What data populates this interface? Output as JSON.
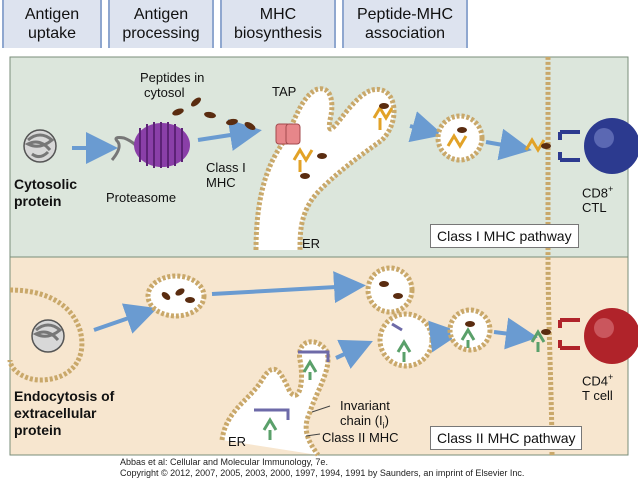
{
  "header": {
    "stages": [
      {
        "line1": "Antigen",
        "line2": "uptake"
      },
      {
        "line1": "Antigen",
        "line2": "processing"
      },
      {
        "line1": "MHC",
        "line2": "biosynthesis"
      },
      {
        "line1": "Peptide-MHC",
        "line2": "association"
      }
    ]
  },
  "class1": {
    "peptides_line1": "Peptides in",
    "peptides_line2": "cytosol",
    "tap": "TAP",
    "class1_line1": "Class I",
    "class1_line2": "MHC",
    "cytosolic_line1": "Cytosolic",
    "cytosolic_line2": "protein",
    "proteasome": "Proteasome",
    "er": "ER",
    "cd8_main": "CD8",
    "cd8_sup": "+",
    "ctl": "CTL",
    "pathway": "Class I MHC pathway"
  },
  "class2": {
    "endo_line1": "Endocytosis of",
    "endo_line2": "extracellular",
    "endo_line3": "protein",
    "invariant_line1": "Invariant",
    "invariant_line2_pre": "chain (I",
    "invariant_line2_sub": "i",
    "invariant_line2_post": ")",
    "class2_mhc": "Class II MHC",
    "er": "ER",
    "cd4_main": "CD4",
    "cd4_sup": "+",
    "tcell": "T cell",
    "pathway": "Class II MHC pathway"
  },
  "credit": {
    "line1": "Abbas et al: Cellular and Molecular Immunology, 7e.",
    "line2": "Copyright © 2012, 2007, 2005, 2003, 2000, 1997, 1994, 1991 by Saunders, an imprint of Elsevier Inc."
  },
  "colors": {
    "header_bg": "#dde3ef",
    "class1_bg": "#dce6dc",
    "class2_bg": "#f7e6cf",
    "membrane": "#c9a86a",
    "arrow": "#6a9bd1",
    "proteasome": "#8a3fa8",
    "tap": "#e7868a",
    "mhc1": "#e2a227",
    "mhc2": "#5aa06a",
    "peptide": "#5a2c10",
    "cd8_cell": "#2c3a8f",
    "cd4_cell": "#b0232a"
  }
}
